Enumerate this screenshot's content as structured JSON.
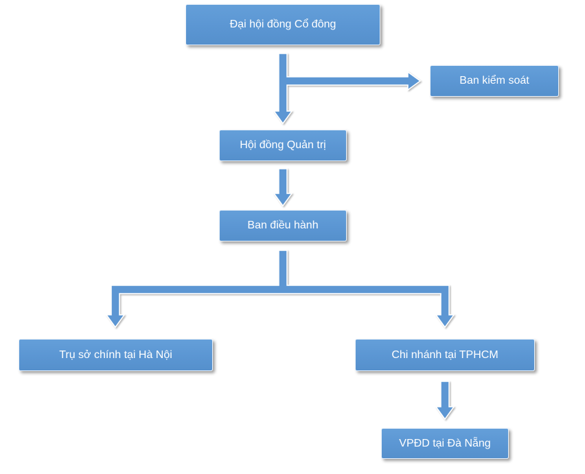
{
  "nodes": {
    "general_meeting": "Đại hội đồng Cổ đông",
    "supervisory_board": "Ban kiểm soát",
    "board_of_directors": "Hội đồng Quản trị",
    "executive_board": "Ban điều hành",
    "head_office": "Trụ sở chính tại Hà Nội",
    "hcm_branch": "Chi nhánh tại TPHCM",
    "danang_office": "VPĐD tại Đà Nẵng"
  },
  "edges": [
    {
      "from": "general_meeting",
      "to": "board_of_directors"
    },
    {
      "from": "general_meeting",
      "to": "supervisory_board"
    },
    {
      "from": "board_of_directors",
      "to": "executive_board"
    },
    {
      "from": "executive_board",
      "to": "head_office"
    },
    {
      "from": "executive_board",
      "to": "hcm_branch"
    },
    {
      "from": "hcm_branch",
      "to": "danang_office"
    }
  ],
  "colors": {
    "node_fill": "#5b96d3",
    "node_text": "#ffffff",
    "connector": "#5b96d3",
    "connector_outline": "#ffffff"
  }
}
